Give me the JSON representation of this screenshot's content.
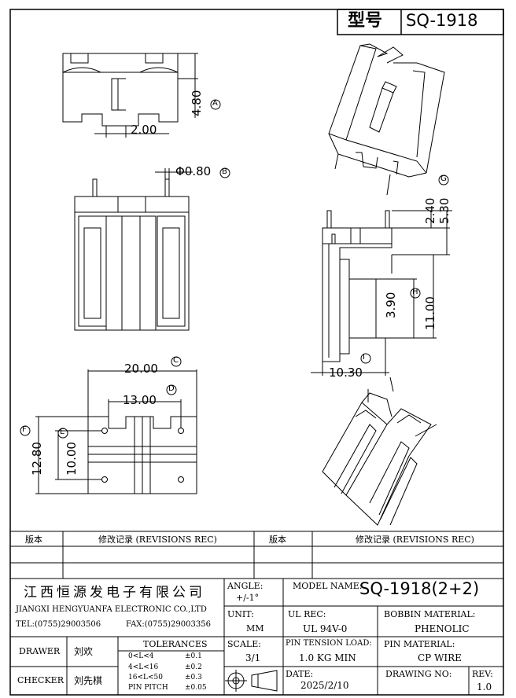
{
  "title_block": {
    "type_label": "型号",
    "model_code": "SQ-1918",
    "model_name_label": "MODEL NAME:",
    "model_name": "SQ-1918(2+2)",
    "company_cn": "江西恒源发电子有限公司",
    "company_en": "JIANGXI HENGYUANFA ELECTRONIC CO.,LTD",
    "tel": "TEL:(0755)29003506",
    "fax": "FAX:(0755)29003356",
    "angle_label": "ANGLE:",
    "angle_value": "+/-1°",
    "unit_label": "UNIT:",
    "unit_value": "MM",
    "ul_label": "UL REC:",
    "ul_value": "UL 94V-0",
    "bobbin_label": "BOBBIN MATERIAL:",
    "bobbin_value": "PHENOLIC",
    "scale_label": "SCALE:",
    "scale_value": "3/1",
    "pin_tension_label": "PIN TENSION LOAD:",
    "pin_tension_value": "1.0 KG MIN",
    "pin_material_label": "PIN MATERIAL:",
    "pin_material_value": "CP WIRE",
    "drawer_label": "DRAWER",
    "drawer_name": "刘欢",
    "checker_label": "CHECKER",
    "checker_name": "刘先棋",
    "tolerances_label": "TOLERANCES",
    "tolerances": [
      {
        "range": "0<L<4",
        "value": "±0.1"
      },
      {
        "range": "4<L<16",
        "value": "±0.2"
      },
      {
        "range": "16<L<50",
        "value": "±0.3"
      },
      {
        "range": "PIN PITCH",
        "value": "±0.05"
      }
    ],
    "date_label": "DATE:",
    "date_value": "2025/2/10",
    "drawing_no_label": "DRAWING NO:",
    "rev_label": "REV:",
    "rev_value": "1.0"
  },
  "revisions": {
    "version_label_1": "版本",
    "rec_label_1": "修改记录 (REVISIONS REC)",
    "version_label_2": "版本",
    "rec_label_2": "修改记录 (REVISIONS REC)"
  },
  "dimensions": {
    "height_top": "4.80",
    "pitch_top": "2.00",
    "pin_dia": "Φ0.80",
    "width_overall": "20.00",
    "pitch_pins": "13.00",
    "height_bottom": "12.80",
    "height_inner": "10.00",
    "pin_len_short": "2.40",
    "pin_len_long": "5.30",
    "core_h": "3.90",
    "side_h": "11.00",
    "side_w": "10.30"
  },
  "markers": {
    "a": "A",
    "b": "B",
    "c": "C",
    "d": "D",
    "e": "E",
    "f": "F",
    "g": "G",
    "h": "H",
    "i": "I"
  }
}
